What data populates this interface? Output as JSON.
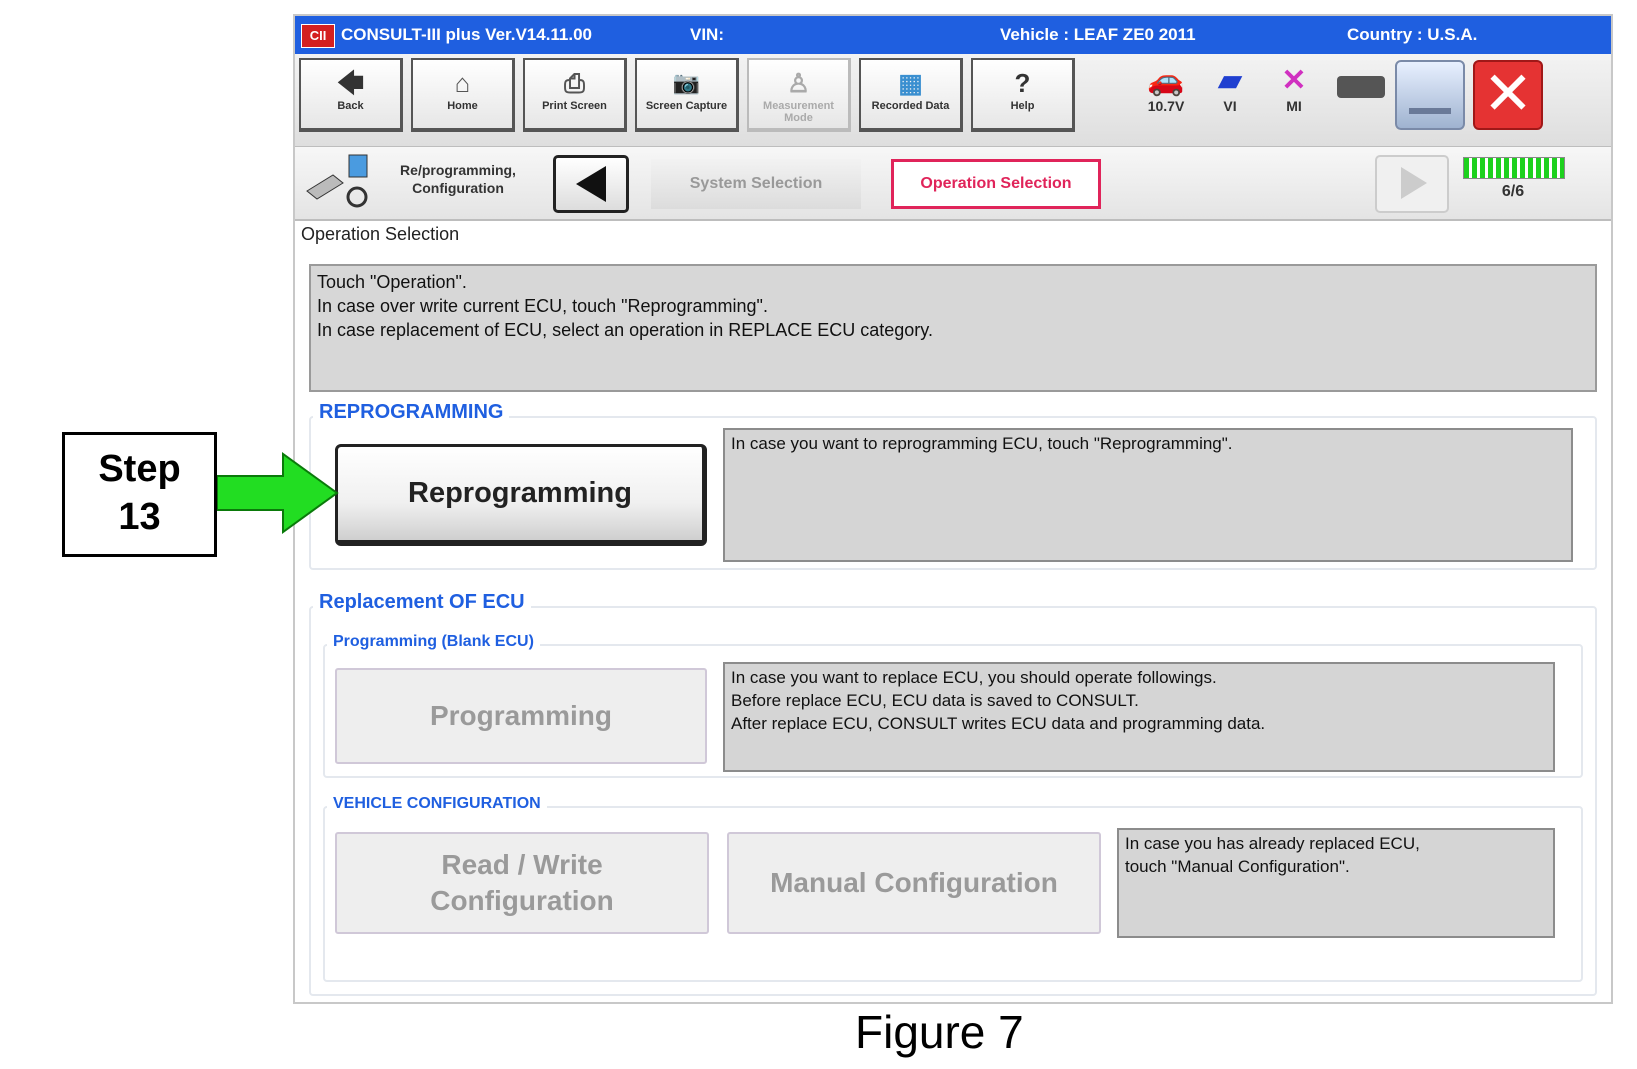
{
  "titlebar": {
    "logo": "CII",
    "app": "CONSULT-III plus  Ver.V14.11.00",
    "vin_label": "VIN:",
    "vehicle": "Vehicle : LEAF ZE0 2011",
    "country": "Country : U.S.A."
  },
  "toolbar": {
    "buttons": [
      {
        "label": "Back",
        "icon": "back-arrow-icon",
        "glyph": "🡄"
      },
      {
        "label": "Home",
        "icon": "home-icon",
        "glyph": "⌂"
      },
      {
        "label": "Print Screen",
        "icon": "printer-icon",
        "glyph": "⎙"
      },
      {
        "label": "Screen Capture",
        "icon": "camera-icon",
        "glyph": "📷"
      },
      {
        "label": "Measurement Mode",
        "icon": "measurement-icon",
        "glyph": "♙"
      },
      {
        "label": "Recorded Data",
        "icon": "recorded-data-icon",
        "glyph": "▦"
      },
      {
        "label": "Help",
        "icon": "help-icon",
        "glyph": "?"
      }
    ],
    "status": [
      {
        "label": "10.7V",
        "icon": "car-battery-icon",
        "glyph": "🚗"
      },
      {
        "label": "VI",
        "icon": "vi-connector-icon",
        "glyph": "▰"
      },
      {
        "label": "MI",
        "icon": "mi-x-icon",
        "glyph": "✕"
      }
    ]
  },
  "nav": {
    "mode_label": "Re/programming, Configuration",
    "crumb_system": "System Selection",
    "crumb_operation": "Operation Selection",
    "progress": "6/6"
  },
  "page": {
    "title": "Operation Selection",
    "instructions": [
      "Touch  \"Operation\".",
      "In case over write current ECU, touch \"Reprogramming\".",
      "In case replacement of ECU, select an operation in REPLACE ECU category."
    ]
  },
  "reprogramming": {
    "heading": "REPROGRAMMING",
    "button": "Reprogramming",
    "desc": "In case you want to reprogramming ECU, touch \"Reprogramming\"."
  },
  "replacement": {
    "heading": "Replacement OF ECU",
    "blank_heading": "Programming (Blank ECU)",
    "programming_button": "Programming",
    "programming_desc": [
      "In case you want to replace ECU, you should operate followings.",
      "Before replace ECU, ECU data is saved to CONSULT.",
      "After replace ECU, CONSULT writes ECU data and programming data."
    ],
    "config_heading": "VEHICLE CONFIGURATION",
    "rw_button_line1": "Read / Write",
    "rw_button_line2": "Configuration",
    "manual_button": "Manual Configuration",
    "manual_desc": [
      "In case you has already replaced ECU,",
      "touch \"Manual Configuration\"."
    ]
  },
  "annotation": {
    "step_line1": "Step",
    "step_line2": "13",
    "caption": "Figure 7",
    "arrow_color": "#22dd22"
  },
  "colors": {
    "titlebar": "#1f5fe0",
    "heading_blue": "#1f5fe0",
    "active_crumb": "#e0245a",
    "close_red": "#e53333"
  }
}
